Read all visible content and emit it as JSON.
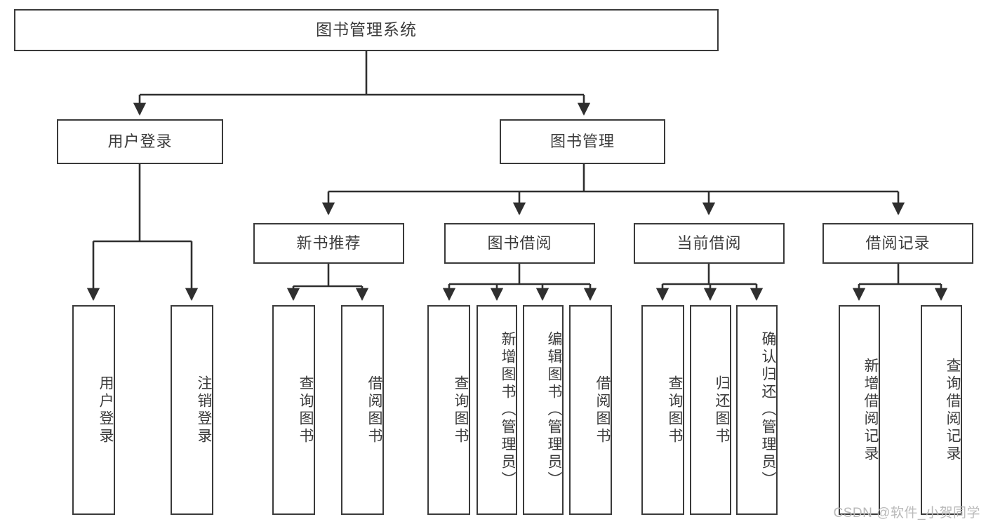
{
  "diagram": {
    "title": "图书管理系统",
    "type": "tree-hierarchy-diagram",
    "colors": {
      "background": "#ffffff",
      "border": "#3a3a3a",
      "text": "#3b3b3b",
      "connector": "#2f2f2f",
      "watermark": "#b9b9b9"
    },
    "root": {
      "label": "图书管理系统"
    },
    "level2": [
      {
        "label": "用户登录"
      },
      {
        "label": "图书管理"
      }
    ],
    "level3": [
      {
        "label": "新书推荐"
      },
      {
        "label": "图书借阅"
      },
      {
        "label": "当前借阅"
      },
      {
        "label": "借阅记录"
      }
    ],
    "leaves": {
      "user_login": [
        {
          "label": "用户登录"
        },
        {
          "label": "注销登录"
        }
      ],
      "new_book_recommend": [
        {
          "label": "查询图书"
        },
        {
          "label": "借阅图书"
        }
      ],
      "book_borrow": [
        {
          "label": "查询图书"
        },
        {
          "label": "新增图书（管理员）"
        },
        {
          "label": "编辑图书（管理员）"
        },
        {
          "label": "借阅图书"
        }
      ],
      "current_borrow": [
        {
          "label": "查询图书"
        },
        {
          "label": "归还图书"
        },
        {
          "label": "确认归还（管理员）"
        }
      ],
      "borrow_record": [
        {
          "label": "新增借阅记录"
        },
        {
          "label": "查询借阅记录"
        }
      ]
    },
    "watermark": "CSDN @软件_小贺同学"
  }
}
